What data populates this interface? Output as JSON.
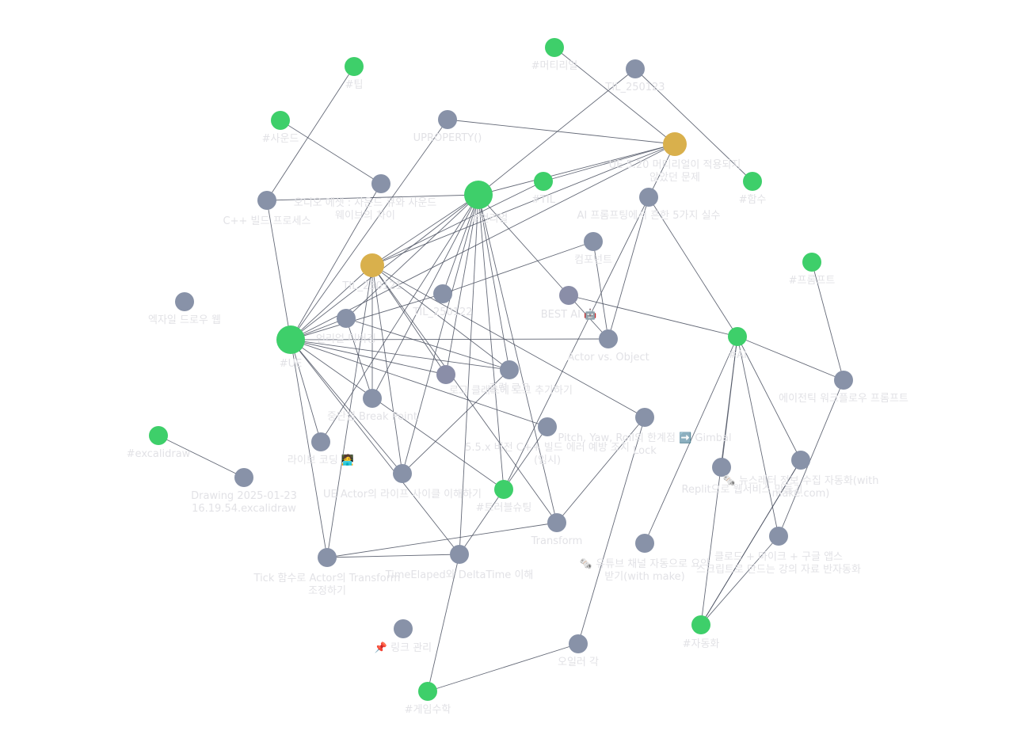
{
  "colors": {
    "background": "#ffffff",
    "tag": "#3ecf6a",
    "note": "#8892a8",
    "note_dark": "#8a8ea8",
    "focus": "#d9b04c",
    "edge": "#4a5060",
    "label": "#e2e2e6"
  },
  "nodes": [
    {
      "id": "tag-metarial",
      "label": "#머티리얼",
      "kind": "tag"
    },
    {
      "id": "til-250123",
      "label": "TIL_250123",
      "kind": "note"
    },
    {
      "id": "tag-tip",
      "label": "#팁",
      "kind": "tag"
    },
    {
      "id": "tag-sound",
      "label": "#사운드",
      "kind": "tag"
    },
    {
      "id": "uproperty",
      "label": "UPROPERTY()",
      "kind": "note"
    },
    {
      "id": "ue520-material",
      "label": "UE 5.20 머티리얼이 적용되지\n않았던 문제",
      "kind": "focus"
    },
    {
      "id": "tag-function",
      "label": "#함수",
      "kind": "tag"
    },
    {
      "id": "audio-asset",
      "label": "오디오 에셋 : 사운드 큐와 사운드\n웨이브의 차이",
      "kind": "note"
    },
    {
      "id": "cpp-build",
      "label": "C++ 빌드 프로세스",
      "kind": "note"
    },
    {
      "id": "tag-unreal",
      "label": "#언리얼",
      "kind": "tag-large"
    },
    {
      "id": "tag-til",
      "label": "#TIL",
      "kind": "tag"
    },
    {
      "id": "ai-prompt-mistakes",
      "label": "AI 프롬프팅에서 흔한 5가지 실수",
      "kind": "note"
    },
    {
      "id": "component",
      "label": "컴포넌트",
      "kind": "note"
    },
    {
      "id": "tag-prompt",
      "label": "#프롬프트",
      "kind": "tag"
    },
    {
      "id": "til-focus",
      "label": "TIL_250121",
      "kind": "focus"
    },
    {
      "id": "excalidraw-web",
      "label": "엑자일 드로우 웹",
      "kind": "note"
    },
    {
      "id": "til-mid",
      "label": "TIL_250122",
      "kind": "note"
    },
    {
      "id": "best-ai",
      "label": "BEST AI 🤖",
      "kind": "note_dark"
    },
    {
      "id": "tag-ue",
      "label": "#UE",
      "kind": "tag-large"
    },
    {
      "id": "debug-breakpoint",
      "label": "중단점 Break Point",
      "kind": "note"
    },
    {
      "id": "unreal-output",
      "label": "언리얼 디버깅",
      "kind": "note"
    },
    {
      "id": "actor-vs-object",
      "label": "Actor vs. Object",
      "kind": "note"
    },
    {
      "id": "tag-ai",
      "label": "#AI",
      "kind": "tag"
    },
    {
      "id": "output-log",
      "label": "출력 로그",
      "kind": "note"
    },
    {
      "id": "log-class",
      "label": "로그 클래스에 로그 추가하기",
      "kind": "note_dark"
    },
    {
      "id": "agentic-workflow",
      "label": "에이전틱 워크플로우 프롬프트",
      "kind": "note"
    },
    {
      "id": "pitch-yaw-roll",
      "label": "Pitch, Yaw, Roll의 한계점 ➡️ Gimbal\nLock",
      "kind": "note"
    },
    {
      "id": "tag-excalidraw",
      "label": "#excalidraw",
      "kind": "tag"
    },
    {
      "id": "cpp-build-error",
      "label": "5.5.x 버전 C++ 빌드 에러 예방 조치\n(임시)",
      "kind": "note"
    },
    {
      "id": "live-coding",
      "label": "라이브 코딩 🧑‍💻",
      "kind": "note"
    },
    {
      "id": "replit",
      "label": "Replit으로 웹서비스 만들기",
      "kind": "note"
    },
    {
      "id": "news-auto",
      "label": "🗞️ 뉴스레터 정보 수집 자동화(with\nmake.com)",
      "kind": "note"
    },
    {
      "id": "drawing-2025",
      "label": "Drawing 2025-01-23\n16.19.54.excalidraw",
      "kind": "note"
    },
    {
      "id": "ue-actor-lifecycle",
      "label": "UE Actor의 라이프 사이클 이해하기",
      "kind": "note"
    },
    {
      "id": "tag-troubleshoot",
      "label": "#트러블슈팅",
      "kind": "tag"
    },
    {
      "id": "transform",
      "label": "Transform",
      "kind": "note"
    },
    {
      "id": "claude-google",
      "label": "클로드 + 마이크 + 구글 앱스\n스크립트로 만드는 강의 자료 반자동화",
      "kind": "note"
    },
    {
      "id": "tick-actor",
      "label": "Tick 함수로 Actor의 Transform\n조정하기",
      "kind": "note"
    },
    {
      "id": "time-elapsed",
      "label": "TimeElaped와 DeltaTime 이해",
      "kind": "note"
    },
    {
      "id": "youtube-summary",
      "label": "🗞️ 유튜브 채널 자동으로 요약\n받기(with make)",
      "kind": "note"
    },
    {
      "id": "tag-automation",
      "label": "#자동화",
      "kind": "tag"
    },
    {
      "id": "link-manage",
      "label": "📌 링크 관리",
      "kind": "note"
    },
    {
      "id": "euler-angle",
      "label": "오일러 각",
      "kind": "note"
    },
    {
      "id": "tag-gamemath",
      "label": "#게임수학",
      "kind": "tag"
    }
  ],
  "edges": [
    [
      "tag-metarial",
      "ue520-material"
    ],
    [
      "til-250123",
      "tag-function"
    ],
    [
      "til-250123",
      "tag-unreal"
    ],
    [
      "tag-tip",
      "cpp-build"
    ],
    [
      "tag-sound",
      "audio-asset"
    ],
    [
      "uproperty",
      "ue520-material"
    ],
    [
      "uproperty",
      "tag-ue"
    ],
    [
      "audio-asset",
      "tag-ue"
    ],
    [
      "cpp-build",
      "tag-unreal"
    ],
    [
      "cpp-build",
      "tag-ue"
    ],
    [
      "tag-unreal",
      "til-focus"
    ],
    [
      "tag-unreal",
      "tag-ue"
    ],
    [
      "tag-unreal",
      "til-mid"
    ],
    [
      "tag-unreal",
      "log-class"
    ],
    [
      "tag-unreal",
      "best-ai"
    ],
    [
      "tag-unreal",
      "tag-troubleshoot"
    ],
    [
      "tag-unreal",
      "debug-breakpoint"
    ],
    [
      "tag-unreal",
      "ue-actor-lifecycle"
    ],
    [
      "tag-unreal",
      "output-log"
    ],
    [
      "tag-unreal",
      "time-elapsed"
    ],
    [
      "tag-til",
      "ue520-material"
    ],
    [
      "tag-til",
      "til-focus"
    ],
    [
      "ue520-material",
      "til-focus"
    ],
    [
      "ue520-material",
      "ai-prompt-mistakes"
    ],
    [
      "ue520-material",
      "tag-ue"
    ],
    [
      "ai-prompt-mistakes",
      "tag-ai"
    ],
    [
      "ai-prompt-mistakes",
      "actor-vs-object"
    ],
    [
      "ai-prompt-mistakes",
      "tag-troubleshoot"
    ],
    [
      "component",
      "actor-vs-object"
    ],
    [
      "component",
      "til-mid"
    ],
    [
      "tag-prompt",
      "agentic-workflow"
    ],
    [
      "til-focus",
      "tag-ue"
    ],
    [
      "til-focus",
      "log-class"
    ],
    [
      "til-focus",
      "output-log"
    ],
    [
      "til-focus",
      "debug-breakpoint"
    ],
    [
      "til-focus",
      "ue-actor-lifecycle"
    ],
    [
      "til-focus",
      "pitch-yaw-roll"
    ],
    [
      "til-focus",
      "tick-actor"
    ],
    [
      "til-focus",
      "transform"
    ],
    [
      "til-mid",
      "tag-ue"
    ],
    [
      "best-ai",
      "tag-ai"
    ],
    [
      "best-ai",
      "actor-vs-object"
    ],
    [
      "tag-ue",
      "unreal-output"
    ],
    [
      "tag-ue",
      "actor-vs-object"
    ],
    [
      "tag-ue",
      "output-log"
    ],
    [
      "tag-ue",
      "log-class"
    ],
    [
      "tag-ue",
      "live-coding"
    ],
    [
      "tag-ue",
      "ue-actor-lifecycle"
    ],
    [
      "tag-ue",
      "tick-actor"
    ],
    [
      "tag-ue",
      "cpp-build-error"
    ],
    [
      "unreal-output",
      "debug-breakpoint"
    ],
    [
      "unreal-output",
      "output-log"
    ],
    [
      "unreal-output",
      "tag-unreal"
    ],
    [
      "tag-ai",
      "agentic-workflow"
    ],
    [
      "tag-ai",
      "replit"
    ],
    [
      "tag-ai",
      "news-auto"
    ],
    [
      "tag-ai",
      "claude-google"
    ],
    [
      "tag-ai",
      "youtube-summary"
    ],
    [
      "tag-ai",
      "tag-automation"
    ],
    [
      "agentic-workflow",
      "claude-google"
    ],
    [
      "news-auto",
      "tag-automation"
    ],
    [
      "claude-google",
      "tag-automation"
    ],
    [
      "pitch-yaw-roll",
      "euler-angle"
    ],
    [
      "pitch-yaw-roll",
      "transform"
    ],
    [
      "tag-excalidraw",
      "drawing-2025"
    ],
    [
      "cpp-build-error",
      "tag-troubleshoot"
    ],
    [
      "tag-troubleshoot",
      "time-elapsed"
    ],
    [
      "transform",
      "tick-actor"
    ],
    [
      "tick-actor",
      "time-elapsed"
    ],
    [
      "time-elapsed",
      "tag-gamemath"
    ],
    [
      "euler-angle",
      "tag-gamemath"
    ],
    [
      "tag-automation",
      "news-auto"
    ],
    [
      "live-coding",
      "tag-unreal"
    ],
    [
      "tag-ue",
      "time-elapsed"
    ],
    [
      "tag-ue",
      "tag-troubleshoot"
    ],
    [
      "output-log",
      "ue-actor-lifecycle"
    ],
    [
      "tag-unreal",
      "transform"
    ],
    [
      "tag-unreal",
      "ue520-material"
    ]
  ]
}
